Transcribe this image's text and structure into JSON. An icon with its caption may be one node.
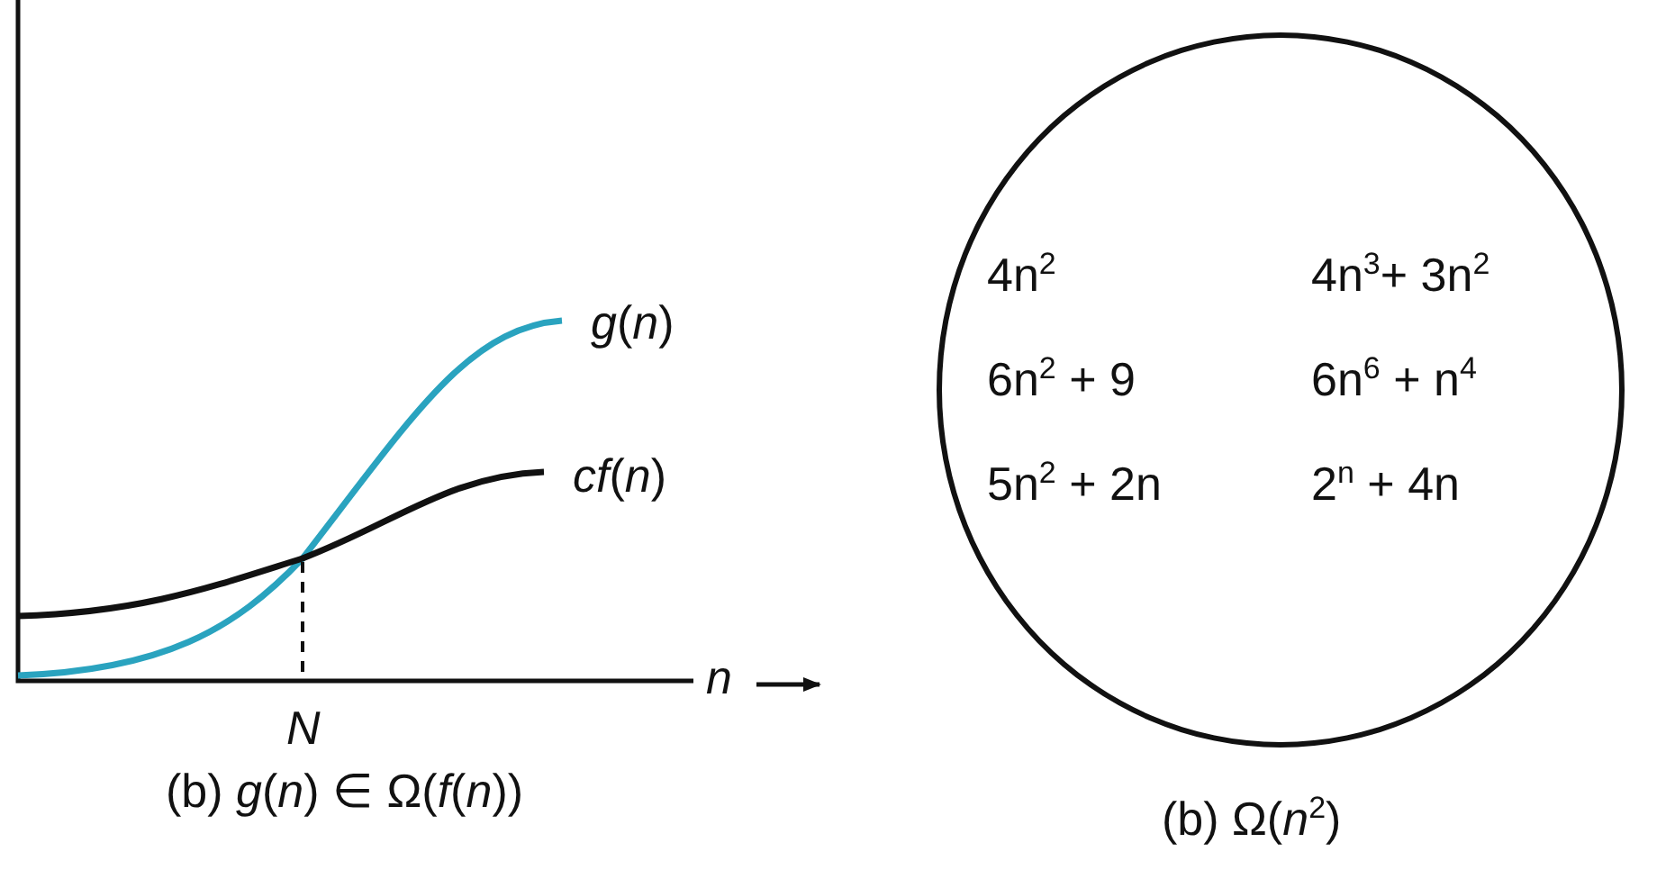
{
  "diagram": {
    "caption": "(b) *g*(*n*) ∈ Ω(*f*(*n*))",
    "nodes": [
      {
        "text": [
          "4n$^{2}$",
          "4n$^{3}$+ 3n$^{2}$",
          "6n$^{2}$ + 9",
          "6n$^{6}$ + n$^{4}$",
          "5n$^{2}$ + 2n",
          "2$^{n}$ + 4n"
        ],
        "beside": [
          "(b) Ω(*n*$^{2}$)"
        ]
      }
    ],
    "edges": [],
    "labels": [
      "*g*(*n*)",
      "*cf*(*n*)",
      "n",
      "N"
    ]
  }
}
